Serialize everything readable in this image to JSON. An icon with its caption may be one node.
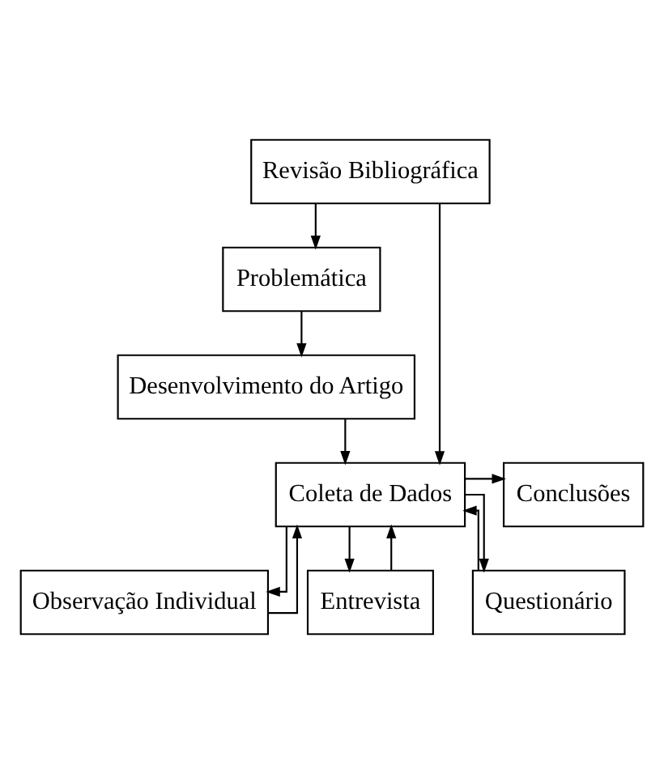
{
  "diagram": {
    "nodes": [
      {
        "text": [
          "Revisão Bibliográfica"
        ]
      },
      {
        "text": [
          "Problemática"
        ]
      },
      {
        "text": [
          "Desenvolvimento do Artigo"
        ]
      },
      {
        "text": [
          "Coleta de Dados"
        ]
      },
      {
        "text": [
          "Conclusões"
        ]
      },
      {
        "text": [
          "Observação Individual"
        ]
      },
      {
        "text": [
          "Entrevista"
        ]
      },
      {
        "text": [
          "Questionário"
        ]
      }
    ],
    "edges": [
      {
        "from": 0,
        "to": 1,
        "arrow": "to"
      },
      {
        "from": 1,
        "to": 2,
        "arrow": "to"
      },
      {
        "from": 2,
        "to": 3,
        "arrow": "to"
      },
      {
        "from": 0,
        "to": 3,
        "arrow": "to"
      },
      {
        "from": 3,
        "to": 4,
        "arrow": "to"
      },
      {
        "from": 3,
        "to": 5,
        "arrow": "to"
      },
      {
        "from": 5,
        "to": 3,
        "arrow": "to"
      },
      {
        "from": 3,
        "to": 7,
        "arrow": "to"
      },
      {
        "from": 7,
        "to": 3,
        "arrow": "to"
      },
      {
        "from": 3,
        "to": 6,
        "arrow": "to"
      },
      {
        "from": 6,
        "to": 3,
        "arrow": "to"
      }
    ]
  }
}
